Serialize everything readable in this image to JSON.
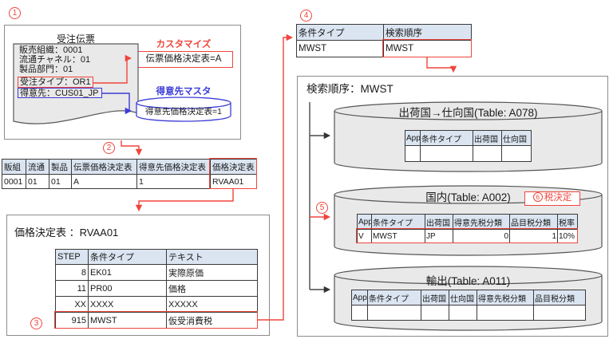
{
  "badges": {
    "b1": "1",
    "b2": "2",
    "b3": "3",
    "b4": "4",
    "b5": "5",
    "b6": "6"
  },
  "colors": {
    "red": "#f0453c",
    "blue": "#3b3bd8",
    "table_header": "#dbe5f1",
    "fill_gray": "#e9e9e9"
  },
  "sales_order": {
    "title": "受注伝票",
    "line_sales_org": "販売組織：0001",
    "line_channel": "流通チャネル：01",
    "line_division": "製品部門：01",
    "line_order_type": "受注タイプ：OR1",
    "line_customer": "得意先：CUS01_JP"
  },
  "customize": {
    "label": "カスタマイズ",
    "value": "伝票価格決定表=A"
  },
  "customer_master": {
    "label": "得意先マスタ",
    "value": "得意先価格決定表=1"
  },
  "determination_table": {
    "headers": [
      "販組",
      "流通",
      "製品",
      "伝票価格決定表",
      "得意先価格決定表",
      "価格決定表"
    ],
    "row": [
      "0001",
      "01",
      "01",
      "A",
      "1",
      "RVAA01"
    ]
  },
  "pricing_procedure": {
    "title": "価格決定表 ：RVAA01",
    "headers": [
      "STEP",
      "条件タイプ",
      "テキスト"
    ],
    "rows": [
      [
        "8",
        "EK01",
        "実際原価"
      ],
      [
        "11",
        "PR00",
        "価格"
      ],
      [
        "XX",
        "XXXX",
        "XXXXX"
      ],
      [
        "915",
        "MWST",
        "仮受消費税"
      ]
    ]
  },
  "condition_type_table": {
    "headers": [
      "条件タイプ",
      "検索順序"
    ],
    "row": [
      "MWST",
      "MWST"
    ]
  },
  "access_sequence": {
    "title": "検索順序：MWST",
    "tax_label": "税決定",
    "tables": [
      {
        "title": "出荷国→仕向国(Table: A078)",
        "headers": [
          "App",
          "条件タイプ",
          "出荷国",
          "仕向国"
        ],
        "row": [
          "",
          "",
          "",
          ""
        ]
      },
      {
        "title": "国内(Table: A002)",
        "headers": [
          "App",
          "条件タイプ",
          "出荷国",
          "得意先税分類",
          "品目税分類",
          "税率"
        ],
        "row": [
          "V",
          "MWST",
          "JP",
          "0",
          "1",
          "10%"
        ]
      },
      {
        "title": "輸出(Table: A011)",
        "headers": [
          "App",
          "条件タイプ",
          "出荷国",
          "仕向国",
          "得意先税分類",
          "品目税分類"
        ],
        "row": [
          "",
          "",
          "",
          "",
          "",
          ""
        ]
      }
    ]
  }
}
